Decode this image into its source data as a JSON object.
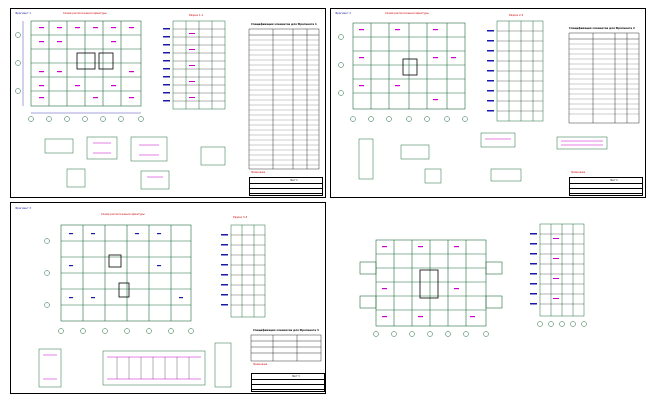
{
  "sheets": [
    {
      "id": "sheet-1",
      "plan_title": "Схема расположения арматуры",
      "plan_subtitle": "Фрагмент 1",
      "section_title": "Разрез 1-1",
      "table_title": "Спецификация элементов для Фрагмента 1",
      "stamp_title": "Лист 1",
      "note_label": "Примечание"
    },
    {
      "id": "sheet-2",
      "plan_title": "Схема расположения арматуры",
      "plan_subtitle": "Фрагмент 2",
      "section_title": "Разрез 2-2",
      "table_title": "Спецификация элементов для Фрагмента 2",
      "stamp_title": "Лист 2",
      "note_label": "Примечание"
    },
    {
      "id": "sheet-3",
      "plan_title": "Схема расположения арматуры",
      "plan_subtitle": "Фрагмент 3",
      "section_title": "Разрез 3-3",
      "table_title": "Спецификация элементов для Фрагмента 3",
      "stamp_title": "Лист 3",
      "note_label": "Примечание"
    }
  ],
  "colors": {
    "drawing": "#1e6b3a",
    "dimension": "#1a1aa8",
    "annotation": "#cc00cc",
    "title": "#cc0000",
    "frame": "#000000"
  }
}
